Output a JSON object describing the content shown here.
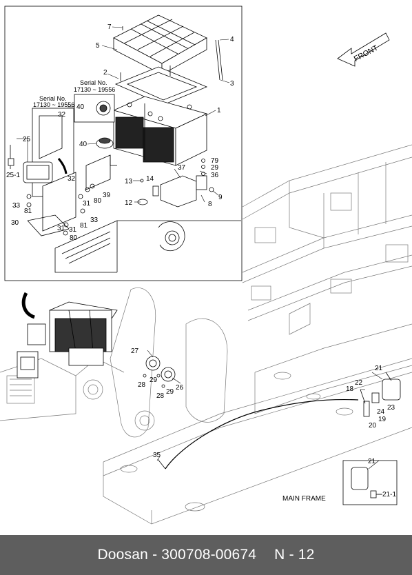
{
  "footer": {
    "brand": "Doosan",
    "part_number": "300708-00674",
    "page": "N - 12"
  },
  "front_label": "FRONT",
  "main_frame_label": "MAIN FRAME",
  "serial_left": {
    "line1": "Serial No.",
    "line2": "17130 ~ 19556"
  },
  "serial_right": {
    "line1": "Serial No.",
    "line2": "17130 ~ 19556"
  },
  "callouts": {
    "c7": "7",
    "c5": "5",
    "c4": "4",
    "c3": "3",
    "c2": "2",
    "c1": "1",
    "c40a": "40",
    "c40b": "40",
    "c32": "32",
    "c25": "25",
    "c25_1": "25-1",
    "c79": "79",
    "c29": "29",
    "c36": "36",
    "c37": "37",
    "c13": "13",
    "c14": "14",
    "c9": "9",
    "c8": "8",
    "c12": "12",
    "c32b": "32",
    "c39": "39",
    "c80a": "80",
    "c31a": "31",
    "c33a": "33",
    "c81a": "81",
    "c81b": "81",
    "c31b": "31",
    "c33b": "33",
    "c30": "30",
    "c31c": "31",
    "c80b": "80",
    "c27": "27",
    "c28a": "28",
    "c29a": "29",
    "c29b": "29",
    "c28b": "28",
    "c26": "26",
    "c21": "21",
    "c22": "22",
    "c18": "18",
    "c23": "23",
    "c24": "24",
    "c19": "19",
    "c20": "20",
    "c35": "35",
    "c21b": "21",
    "c21_1": "21-1"
  }
}
